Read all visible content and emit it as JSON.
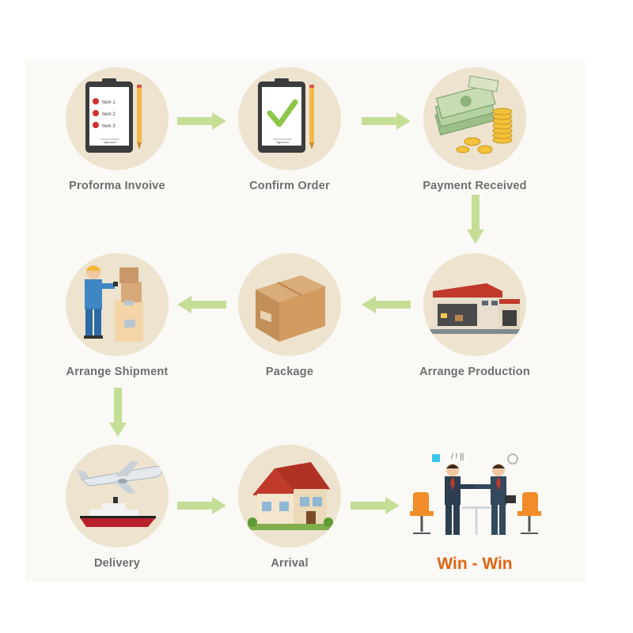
{
  "steps": [
    {
      "label": "Proforma Invoive",
      "icon": "invoice-checklist-icon"
    },
    {
      "label": "Confirm Order",
      "icon": "confirm-checkmark-icon"
    },
    {
      "label": "Payment Received",
      "icon": "money-coins-icon"
    },
    {
      "label": "Arrange Production",
      "icon": "factory-icon"
    },
    {
      "label": "Package",
      "icon": "cardboard-box-icon"
    },
    {
      "label": "Arrange Shipment",
      "icon": "worker-boxes-icon"
    },
    {
      "label": "Delivery",
      "icon": "plane-ship-icon"
    },
    {
      "label": "Arrival",
      "icon": "house-icon"
    }
  ],
  "final": {
    "label": "Win - Win",
    "icon": "handshake-icon"
  },
  "invoice_items": [
    "Item 1",
    "Item 2",
    "Item 3"
  ],
  "signature_text": "signature",
  "colors": {
    "circle": "#ede3cf",
    "arrow": "#c4de96",
    "label": "#6e6e6e",
    "final": "#e2640f"
  }
}
